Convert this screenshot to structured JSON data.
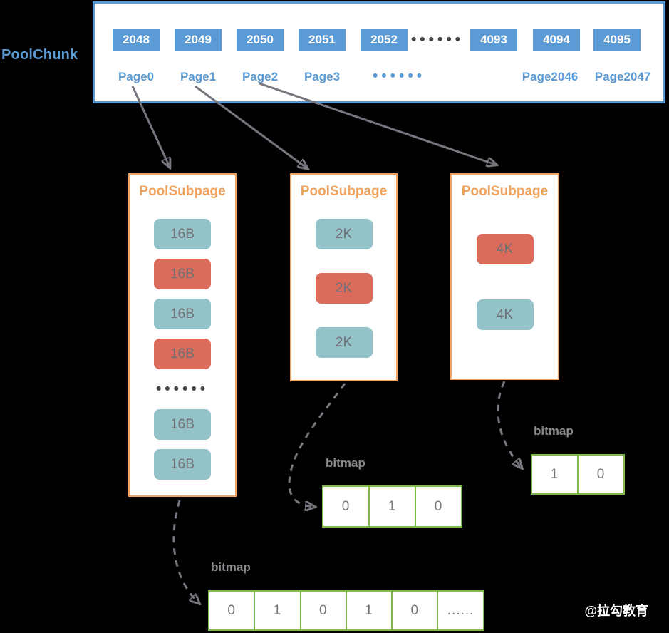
{
  "pool_chunk": {
    "label": "PoolChunk",
    "cells_left": [
      "2048",
      "2049",
      "2050",
      "2051",
      "2052"
    ],
    "cells_ellipsis": "••••••",
    "cells_right": [
      "4093",
      "4094",
      "4095"
    ],
    "pages_left": [
      "Page0",
      "Page1",
      "Page2",
      "Page3"
    ],
    "pages_ellipsis": "••••••",
    "pages_right": [
      "Page2046",
      "Page2047"
    ]
  },
  "subpages": [
    {
      "title": "PoolSubpage",
      "blocks": [
        {
          "label": "16B",
          "state": "free"
        },
        {
          "label": "16B",
          "state": "used"
        },
        {
          "label": "16B",
          "state": "free"
        },
        {
          "label": "16B",
          "state": "used"
        },
        {
          "ellipsis": "••••••"
        },
        {
          "label": "16B",
          "state": "free"
        },
        {
          "label": "16B",
          "state": "free"
        }
      ]
    },
    {
      "title": "PoolSubpage",
      "blocks": [
        {
          "label": "2K",
          "state": "free"
        },
        {
          "label": "2K",
          "state": "used"
        },
        {
          "label": "2K",
          "state": "free"
        }
      ]
    },
    {
      "title": "PoolSubpage",
      "blocks": [
        {
          "label": "4K",
          "state": "used"
        },
        {
          "label": "4K",
          "state": "free"
        }
      ]
    }
  ],
  "bitmaps": [
    {
      "label": "bitmap",
      "cells": [
        "0",
        "1",
        "0",
        "1",
        "0",
        "......"
      ]
    },
    {
      "label": "bitmap",
      "cells": [
        "0",
        "1",
        "0"
      ]
    },
    {
      "label": "bitmap",
      "cells": [
        "1",
        "0"
      ]
    }
  ],
  "watermark": "@拉勾教育",
  "colors": {
    "chunk_blue": "#5B9BD5",
    "subpage_orange": "#EFA35F",
    "block_teal": "#93C2C8",
    "block_red": "#DB6C5C",
    "bitmap_green": "#7CBA4E",
    "arrow_gray": "#76767E",
    "background": "#000000"
  }
}
